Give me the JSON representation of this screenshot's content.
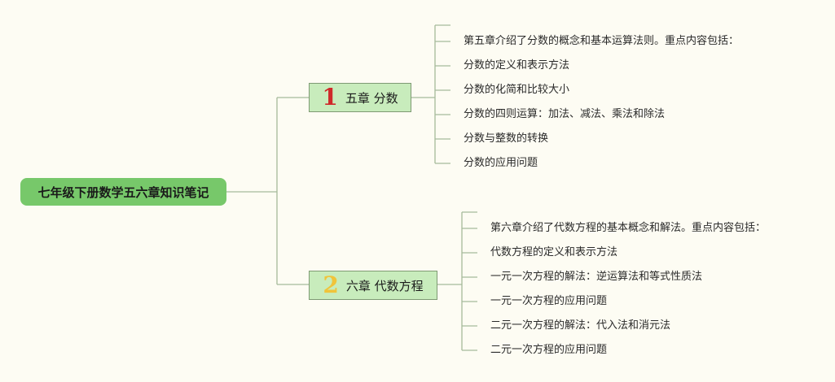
{
  "root": {
    "title": "七年级下册数学五六章知识笔记"
  },
  "branches": [
    {
      "number": "1",
      "title": "五章 分数",
      "items": [
        "",
        "第五章介绍了分数的概念和基本运算法则。重点内容包括：",
        "分数的定义和表示方法",
        "分数的化简和比较大小",
        "分数的四则运算：加法、减法、乘法和除法",
        "分数与整数的转换",
        "分数的应用问题"
      ]
    },
    {
      "number": "2",
      "title": "六章 代数方程",
      "items": [
        "",
        "第六章介绍了代数方程的基本概念和解法。重点内容包括：",
        "代数方程的定义和表示方法",
        "一元一次方程的解法：逆运算法和等式性质法",
        "一元一次方程的应用问题",
        "二元一次方程的解法：代入法和消元法",
        "二元一次方程的应用问题"
      ]
    }
  ],
  "colors": {
    "background": "#fdfcf3",
    "root_fill": "#77c86a",
    "branch_fill": "#c8ecbc",
    "connector": "#a6ba9a",
    "badge_1": "#cf2a2a",
    "badge_2": "#f0c43a"
  }
}
